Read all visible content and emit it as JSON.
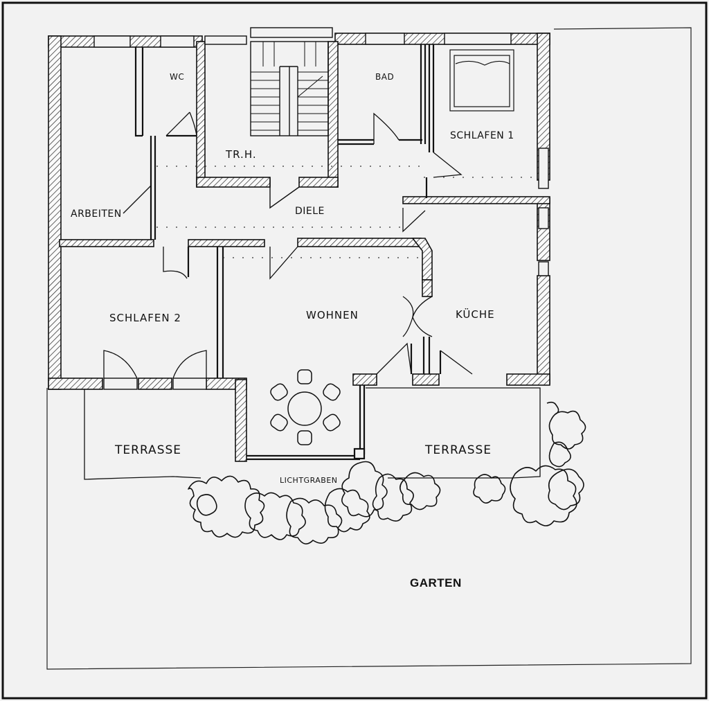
{
  "rooms": {
    "wc": "WC",
    "bad": "BAD",
    "trh": "TR.H.",
    "schlafen1": "SCHLAFEN 1",
    "arbeiten": "ARBEITEN",
    "diele": "DIELE",
    "schlafen2": "SCHLAFEN 2",
    "wohnen": "WOHNEN",
    "kueche": "KÜCHE"
  },
  "outdoor": {
    "terrasse_left": "TERRASSE",
    "terrasse_right": "TERRASSE",
    "lichtgraben": "LICHTGRABEN",
    "garten": "GARTEN"
  },
  "colors": {
    "background": "#f2f2f2",
    "line": "#111111",
    "hatch": "#222222"
  }
}
